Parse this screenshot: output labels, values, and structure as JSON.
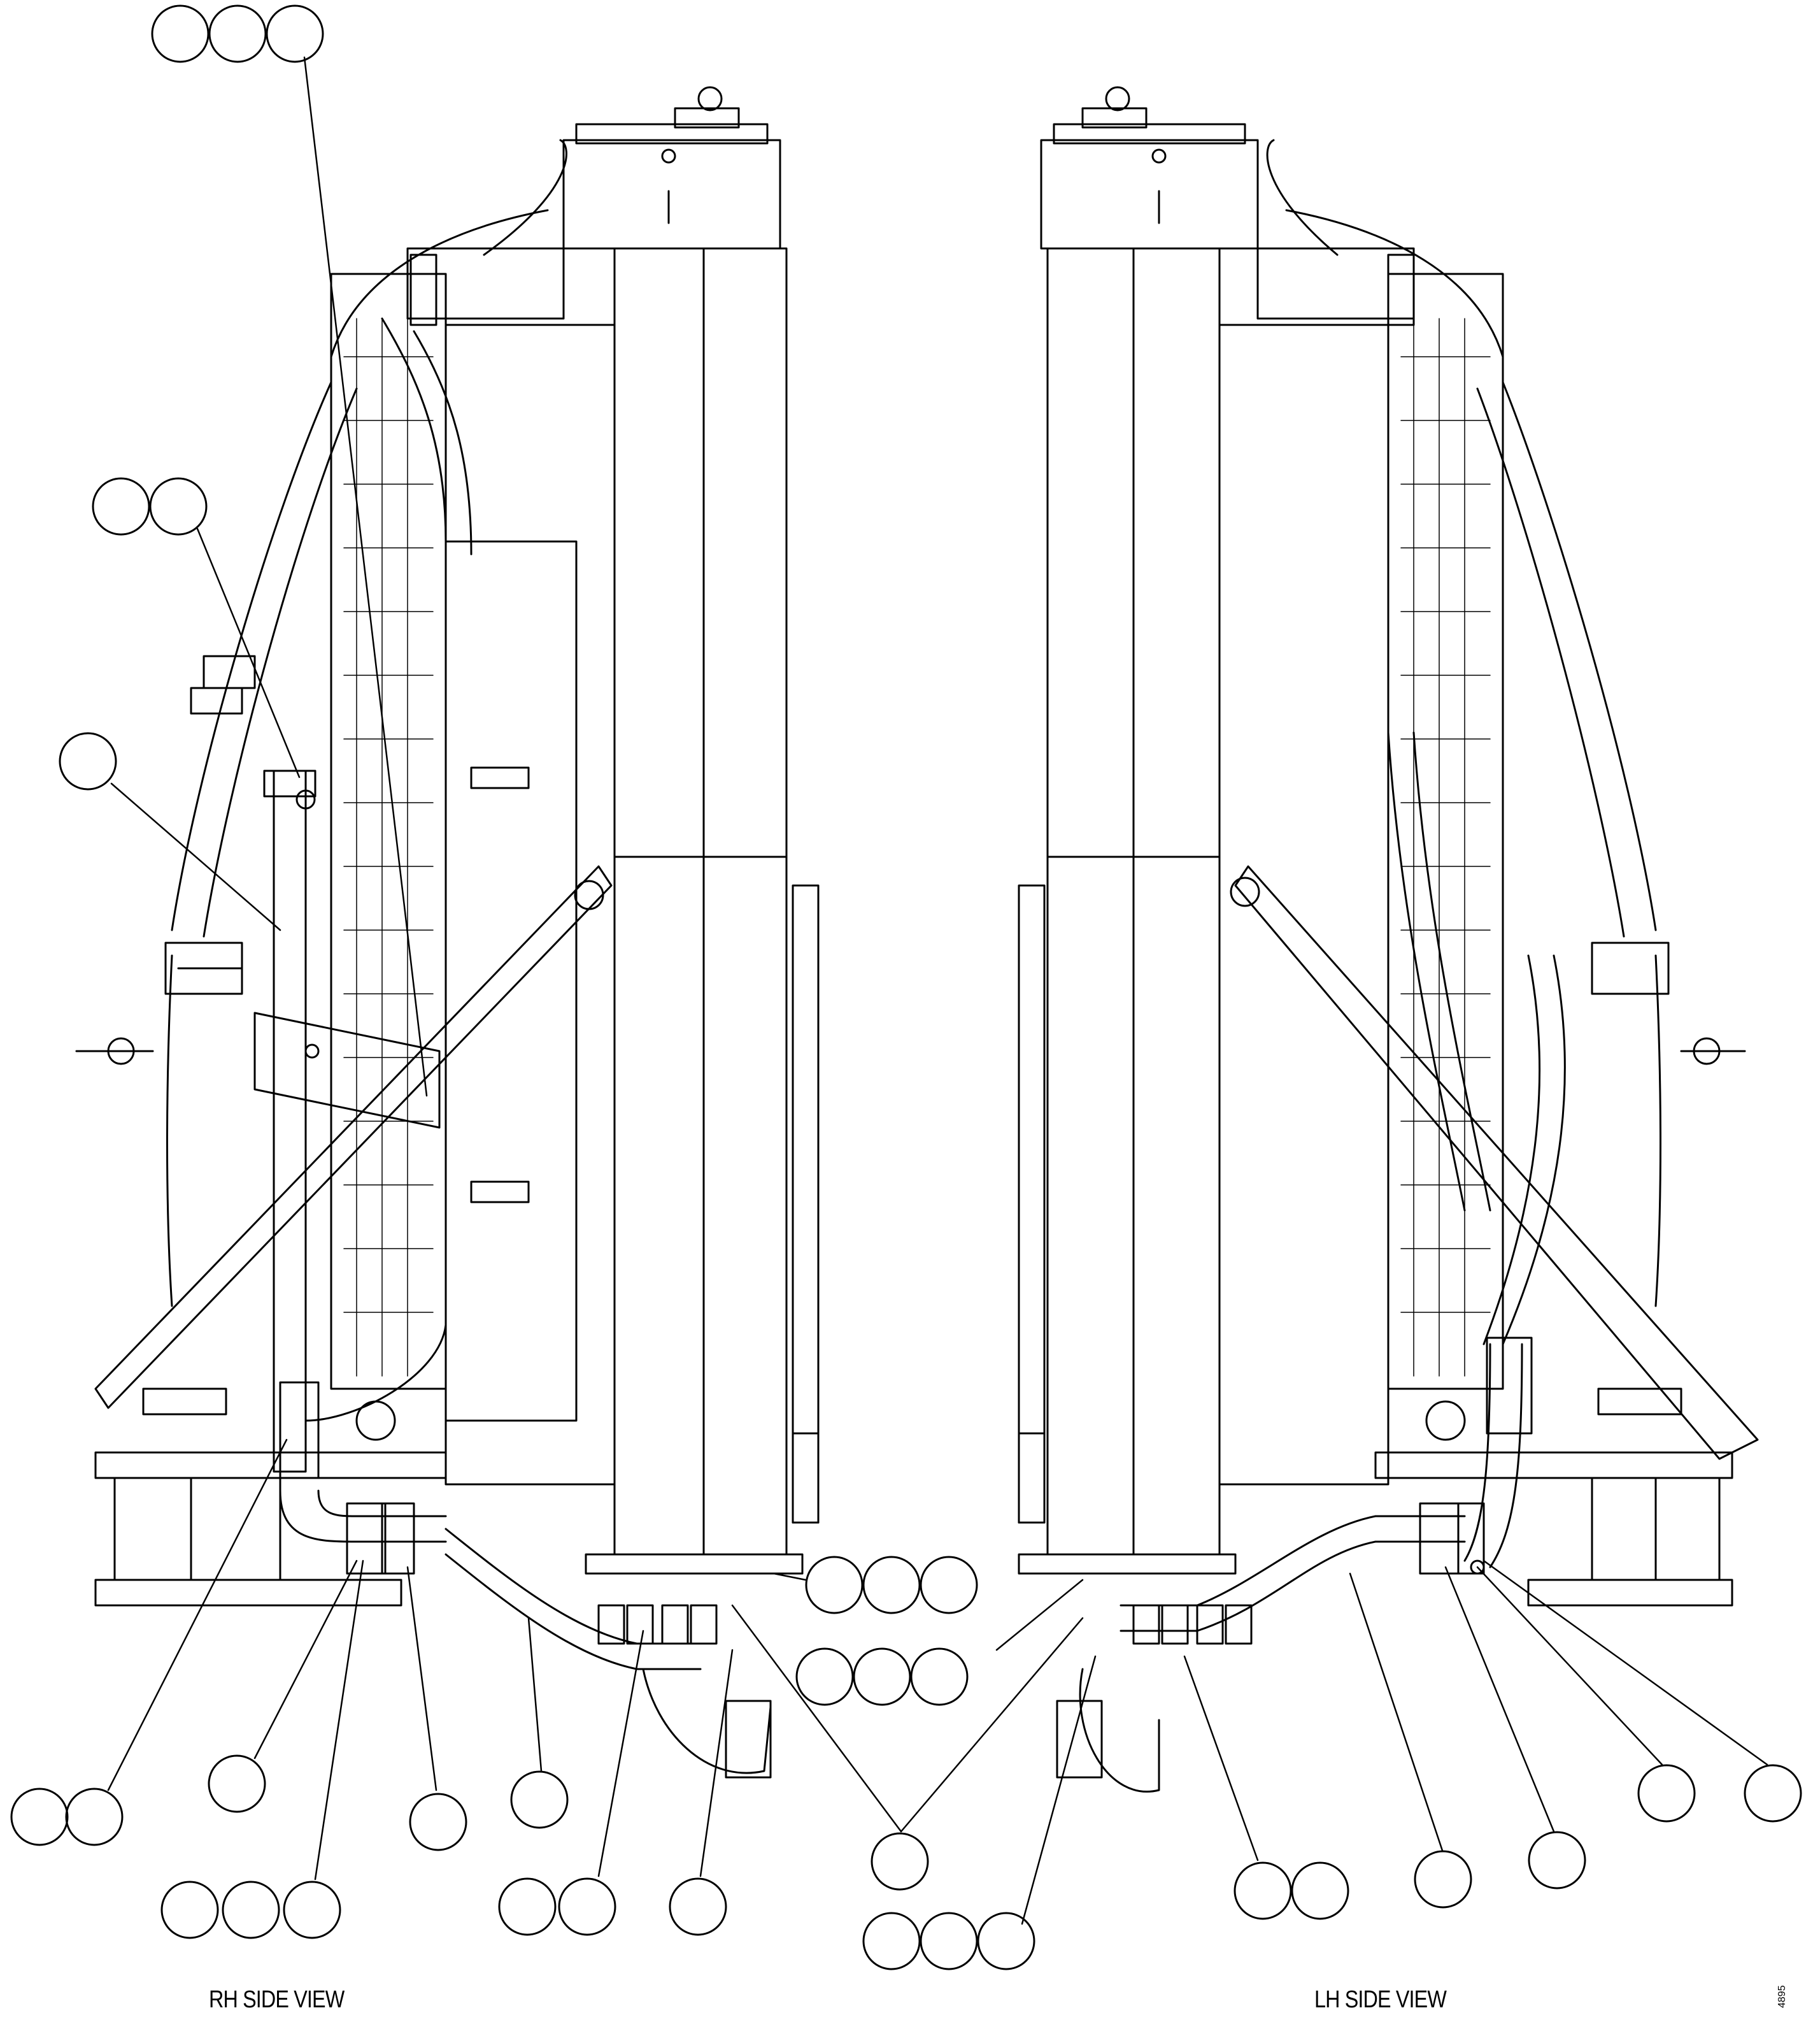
{
  "views": {
    "rh_label": "RH SIDE VIEW",
    "lh_label": "LH SIDE VIEW"
  },
  "drawing_number": "4895",
  "colors": {
    "line": "#000000",
    "background": "#ffffff"
  }
}
